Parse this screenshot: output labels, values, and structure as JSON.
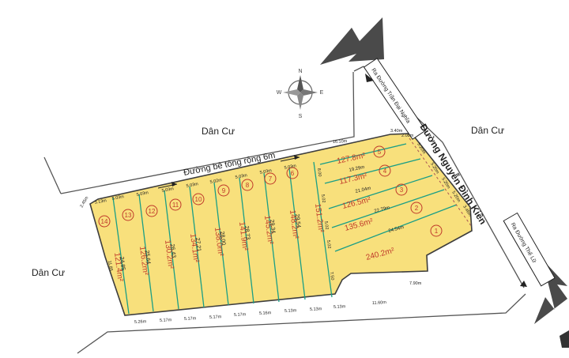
{
  "areas": {
    "residential_top": "Dân Cư",
    "residential_right": "Dân Cư",
    "residential_left": "Dân Cư"
  },
  "roads": {
    "concrete_road": "Đường bê tông rộng 6m",
    "main_road": "Đường Nguyễn Đình Kiên",
    "to_top": "Ra Đường Trần Đại Nghĩa",
    "to_bottom": "Ra Đường Thế Lữ"
  },
  "compass": {
    "n": "N",
    "s": "S",
    "e": "E",
    "w": "W"
  },
  "lots_left": [
    {
      "number": "14",
      "area": "121.4m²",
      "depth": "24.85"
    },
    {
      "number": "13",
      "area": "126.2m²",
      "depth": "25.64"
    },
    {
      "number": "12",
      "area": "130.2m²",
      "depth": "26.43"
    },
    {
      "number": "11",
      "area": "134.1m²",
      "depth": "27.21"
    },
    {
      "number": "10",
      "area": "138.0m²",
      "depth": "28.00"
    },
    {
      "number": "9",
      "area": "141.9m²",
      "depth": "28.73"
    },
    {
      "number": "8",
      "area": "145.2m²",
      "depth": "29.34"
    },
    {
      "number": "7",
      "area": "148.2m²",
      "depth": "29.54"
    },
    {
      "number": "6",
      "area": "151.2m²",
      "depth": ""
    }
  ],
  "lots_right": [
    {
      "number": "5",
      "area": "127.8m²",
      "depth": "19.29m"
    },
    {
      "number": "4",
      "area": "117.3m²",
      "depth": "21.04m"
    },
    {
      "number": "3",
      "area": "126.5m²",
      "depth": "22.79m"
    },
    {
      "number": "2",
      "area": "135.6m²",
      "depth": "24.54m"
    },
    {
      "number": "1",
      "area": "240.2m²",
      "depth": ""
    }
  ],
  "dims": {
    "top_front": [
      "3.13m",
      "5.03m",
      "5.03m",
      "5.03m",
      "5.03m",
      "5.02m",
      "5.03m",
      "5.03m",
      "5.03m"
    ],
    "bottom": [
      "5.26m",
      "5.17m",
      "5.17m",
      "5.17m",
      "5.17m",
      "5.16m",
      "5.13m",
      "5.13m",
      "5.13m",
      "11.60m",
      "7.90m"
    ],
    "top_edge": "16.10m",
    "corner_a": "3.40m",
    "corner_b": "2.08m",
    "left_corner": "2.45m",
    "left_side": "11.85",
    "lot6_front": "8.00",
    "inner_widths": [
      "5.02",
      "5.02",
      "5.02"
    ],
    "inner_bottom": "7.50",
    "right_front": [
      "5.20m",
      "5.20m",
      "5.20m",
      "5.20m",
      "3.46m"
    ]
  }
}
